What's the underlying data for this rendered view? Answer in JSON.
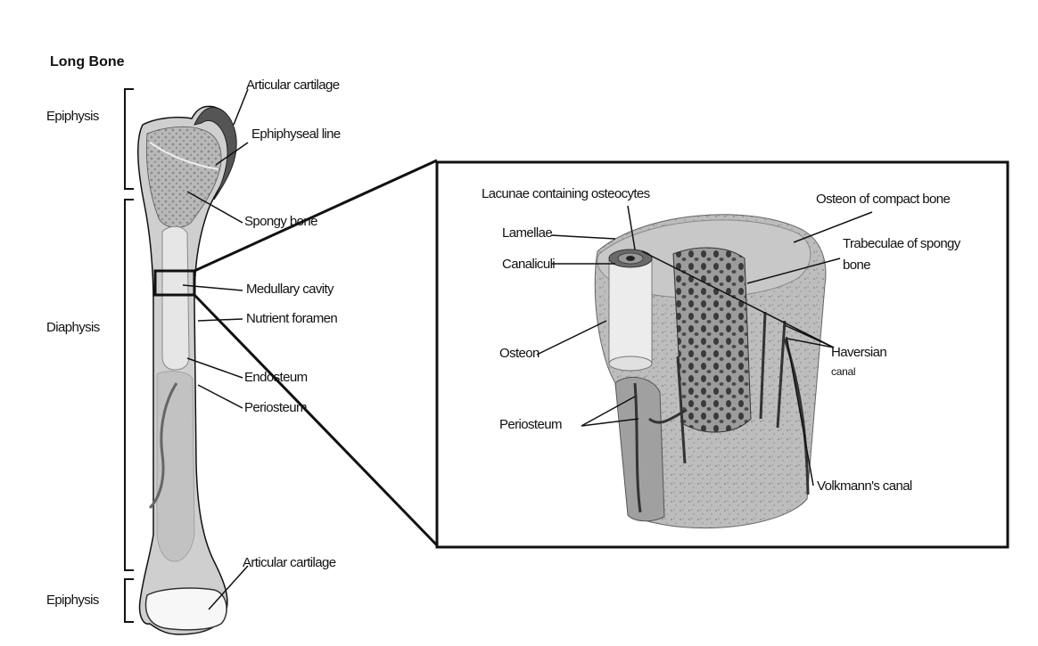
{
  "title": "Long Bone",
  "regions": {
    "epiphysis_top": "Epiphysis",
    "diaphysis": "Diaphysis",
    "epiphysis_bottom": "Epiphysis"
  },
  "bone_labels": {
    "articular_cartilage_top": "Articular cartilage",
    "epiphyseal_line": "Ephiphyseal line",
    "spongy_bone": "Spongy bone",
    "medullary_cavity": "Medullary cavity",
    "nutrient_foramen": "Nutrient foramen",
    "endosteum": "Endosteum",
    "periosteum": "Periosteum",
    "articular_cartilage_bottom": "Articular cartilage"
  },
  "detail_labels": {
    "lacunae": "Lacunae containing osteocytes",
    "lamellae": "Lamellae",
    "canaliculi": "Canaliculi",
    "osteon": "Osteon",
    "periosteum": "Periosteum",
    "osteon_compact": "Osteon of compact bone",
    "trabeculae_line1": "Trabeculae of spongy",
    "trabeculae_line2": "bone",
    "haversian_line1": "Haversian",
    "haversian_line2": "canal",
    "volkmann": "Volkmann's canal"
  },
  "colors": {
    "bone_fill": "#cfcfcf",
    "spongy_fill": "#a9a9a9",
    "cartilage": "#555555",
    "outline": "#111111"
  }
}
